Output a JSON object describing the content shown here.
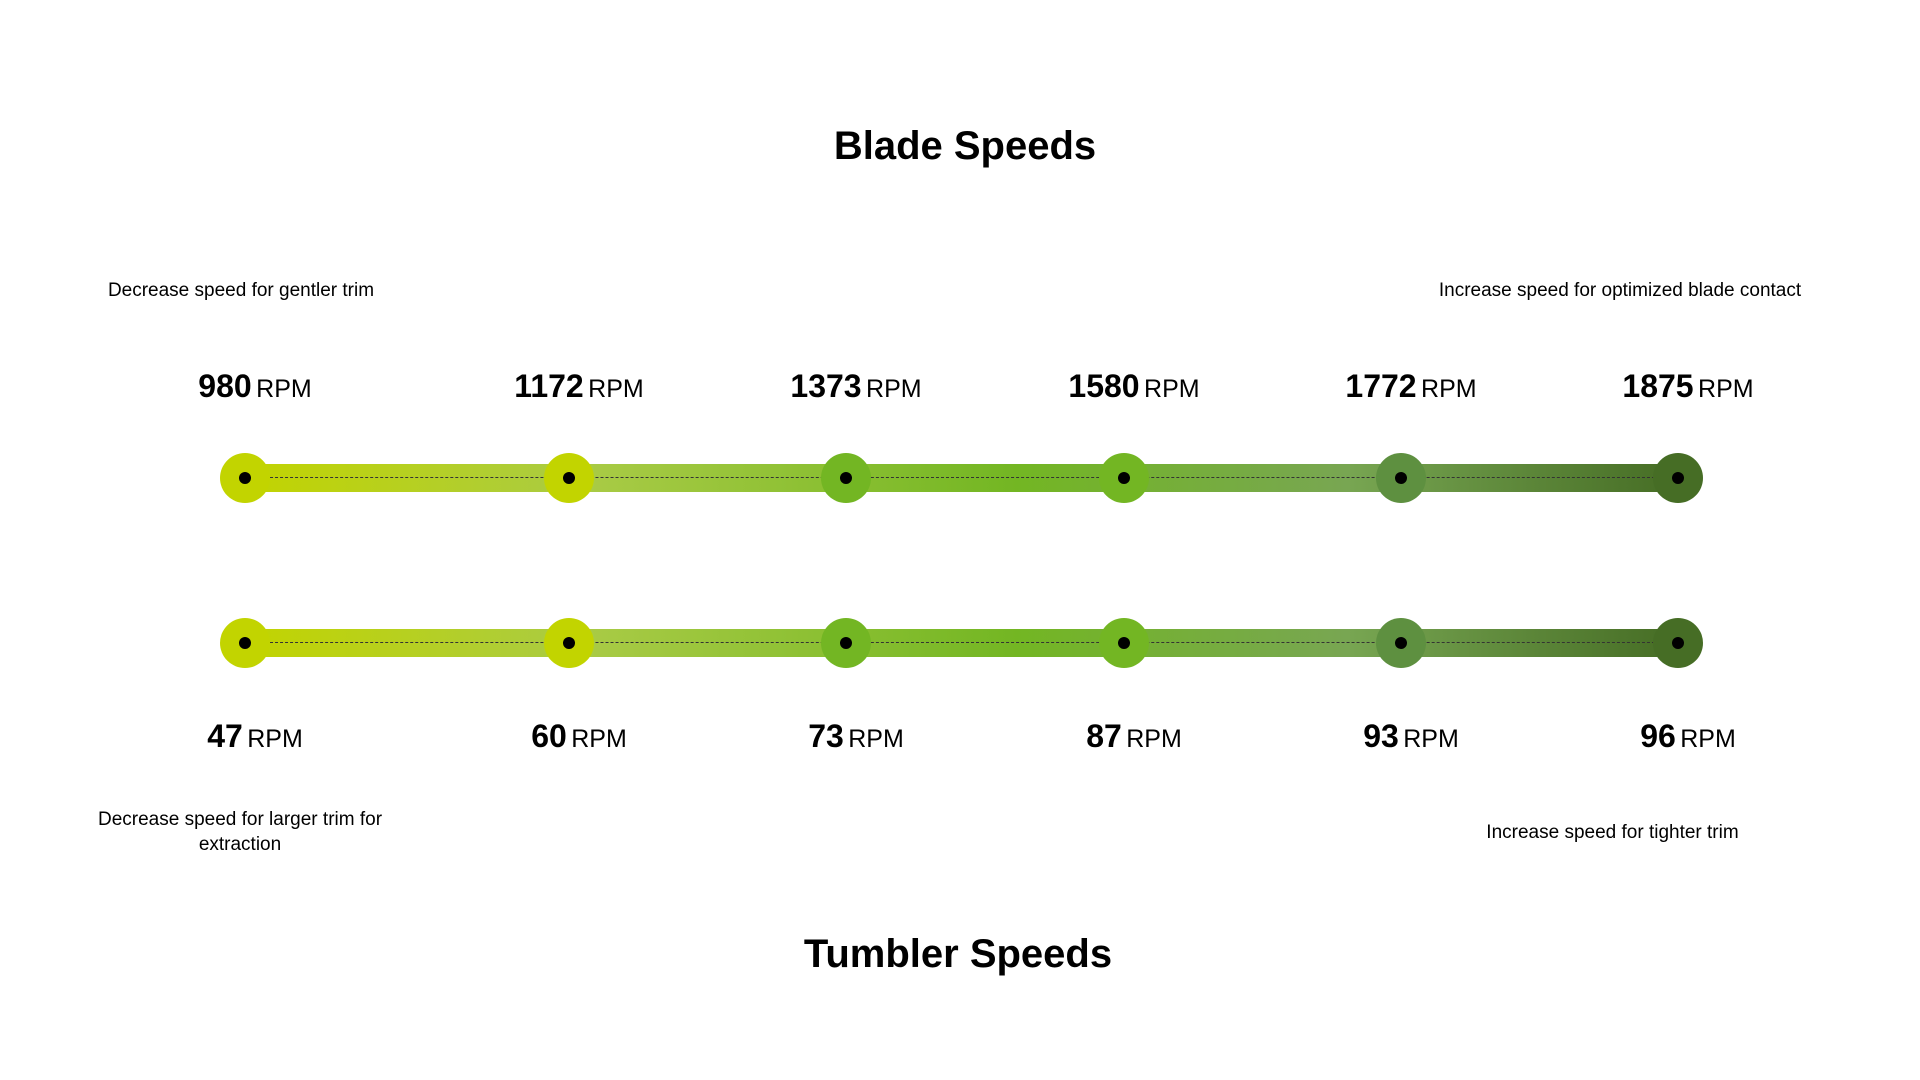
{
  "blade": {
    "title": "Blade Speeds",
    "note_left": "Decrease speed for gentler trim",
    "note_right": "Increase speed for optimized blade contact",
    "unit": "RPM",
    "speeds": [
      "980",
      "1172",
      "1373",
      "1580",
      "1772",
      "1875"
    ]
  },
  "tumbler": {
    "title": "Tumbler Speeds",
    "note_left": "Decrease speed for larger trim for extraction",
    "note_right": "Increase speed for tighter trim",
    "unit": "RPM",
    "speeds": [
      "47",
      "60",
      "73",
      "87",
      "93",
      "96"
    ]
  },
  "colors": {
    "nodes": [
      "#c2d400",
      "#c2d400",
      "#73b623",
      "#73b623",
      "#5e9040",
      "#466d25"
    ],
    "gradient": [
      "#c2d400",
      "#a9cb45",
      "#73b623",
      "#78a652",
      "#466d25"
    ]
  }
}
